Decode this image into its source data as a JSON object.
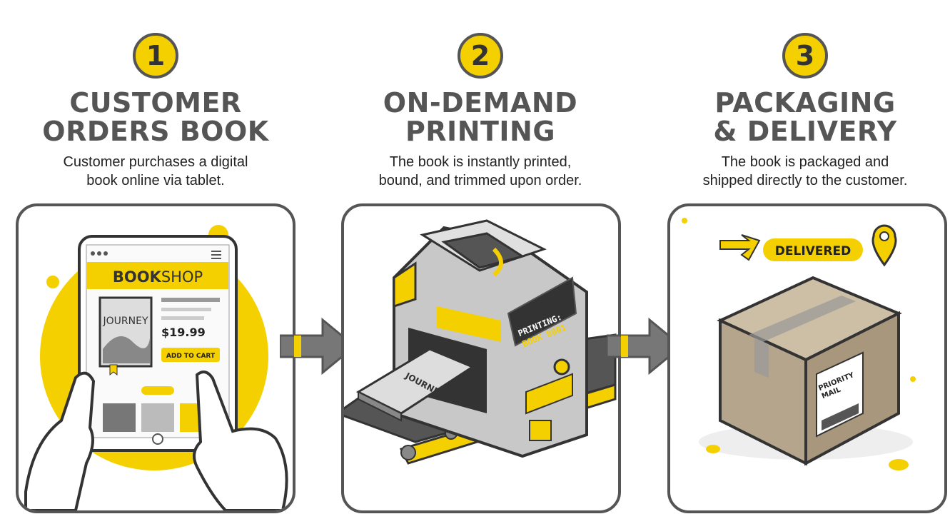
{
  "steps": [
    {
      "number": "1",
      "title_line1": "CUSTOMER",
      "title_line2": "ORDERS BOOK",
      "desc_line1": "Customer purchases a digital",
      "desc_line2": "book online via tablet."
    },
    {
      "number": "2",
      "title_line1": "ON-DEMAND",
      "title_line2": "PRINTING",
      "desc_line1": "The book is instantly printed,",
      "desc_line2": "bound, and trimmed upon order."
    },
    {
      "number": "3",
      "title_line1": "PACKAGING",
      "title_line2": "& DELIVERY",
      "desc_line1": "The book is packaged and",
      "desc_line2": "shipped directly to the customer."
    }
  ],
  "tablet": {
    "shop_name_bold": "BOOK",
    "shop_name_rest": "SHOP",
    "book_title": "JOURNEY",
    "price": "$19.99",
    "cta": "ADD TO CART"
  },
  "printer": {
    "screen_line1": "PRINTING:",
    "screen_line2": "BOOK 8001",
    "book_title": "JOURNEY"
  },
  "delivery": {
    "badge": "DELIVERED",
    "label_line1": "PRIORITY",
    "label_line2": "MAIL"
  },
  "colors": {
    "accent": "#f5d000",
    "outline": "#555555",
    "box": "#b5a58c"
  }
}
